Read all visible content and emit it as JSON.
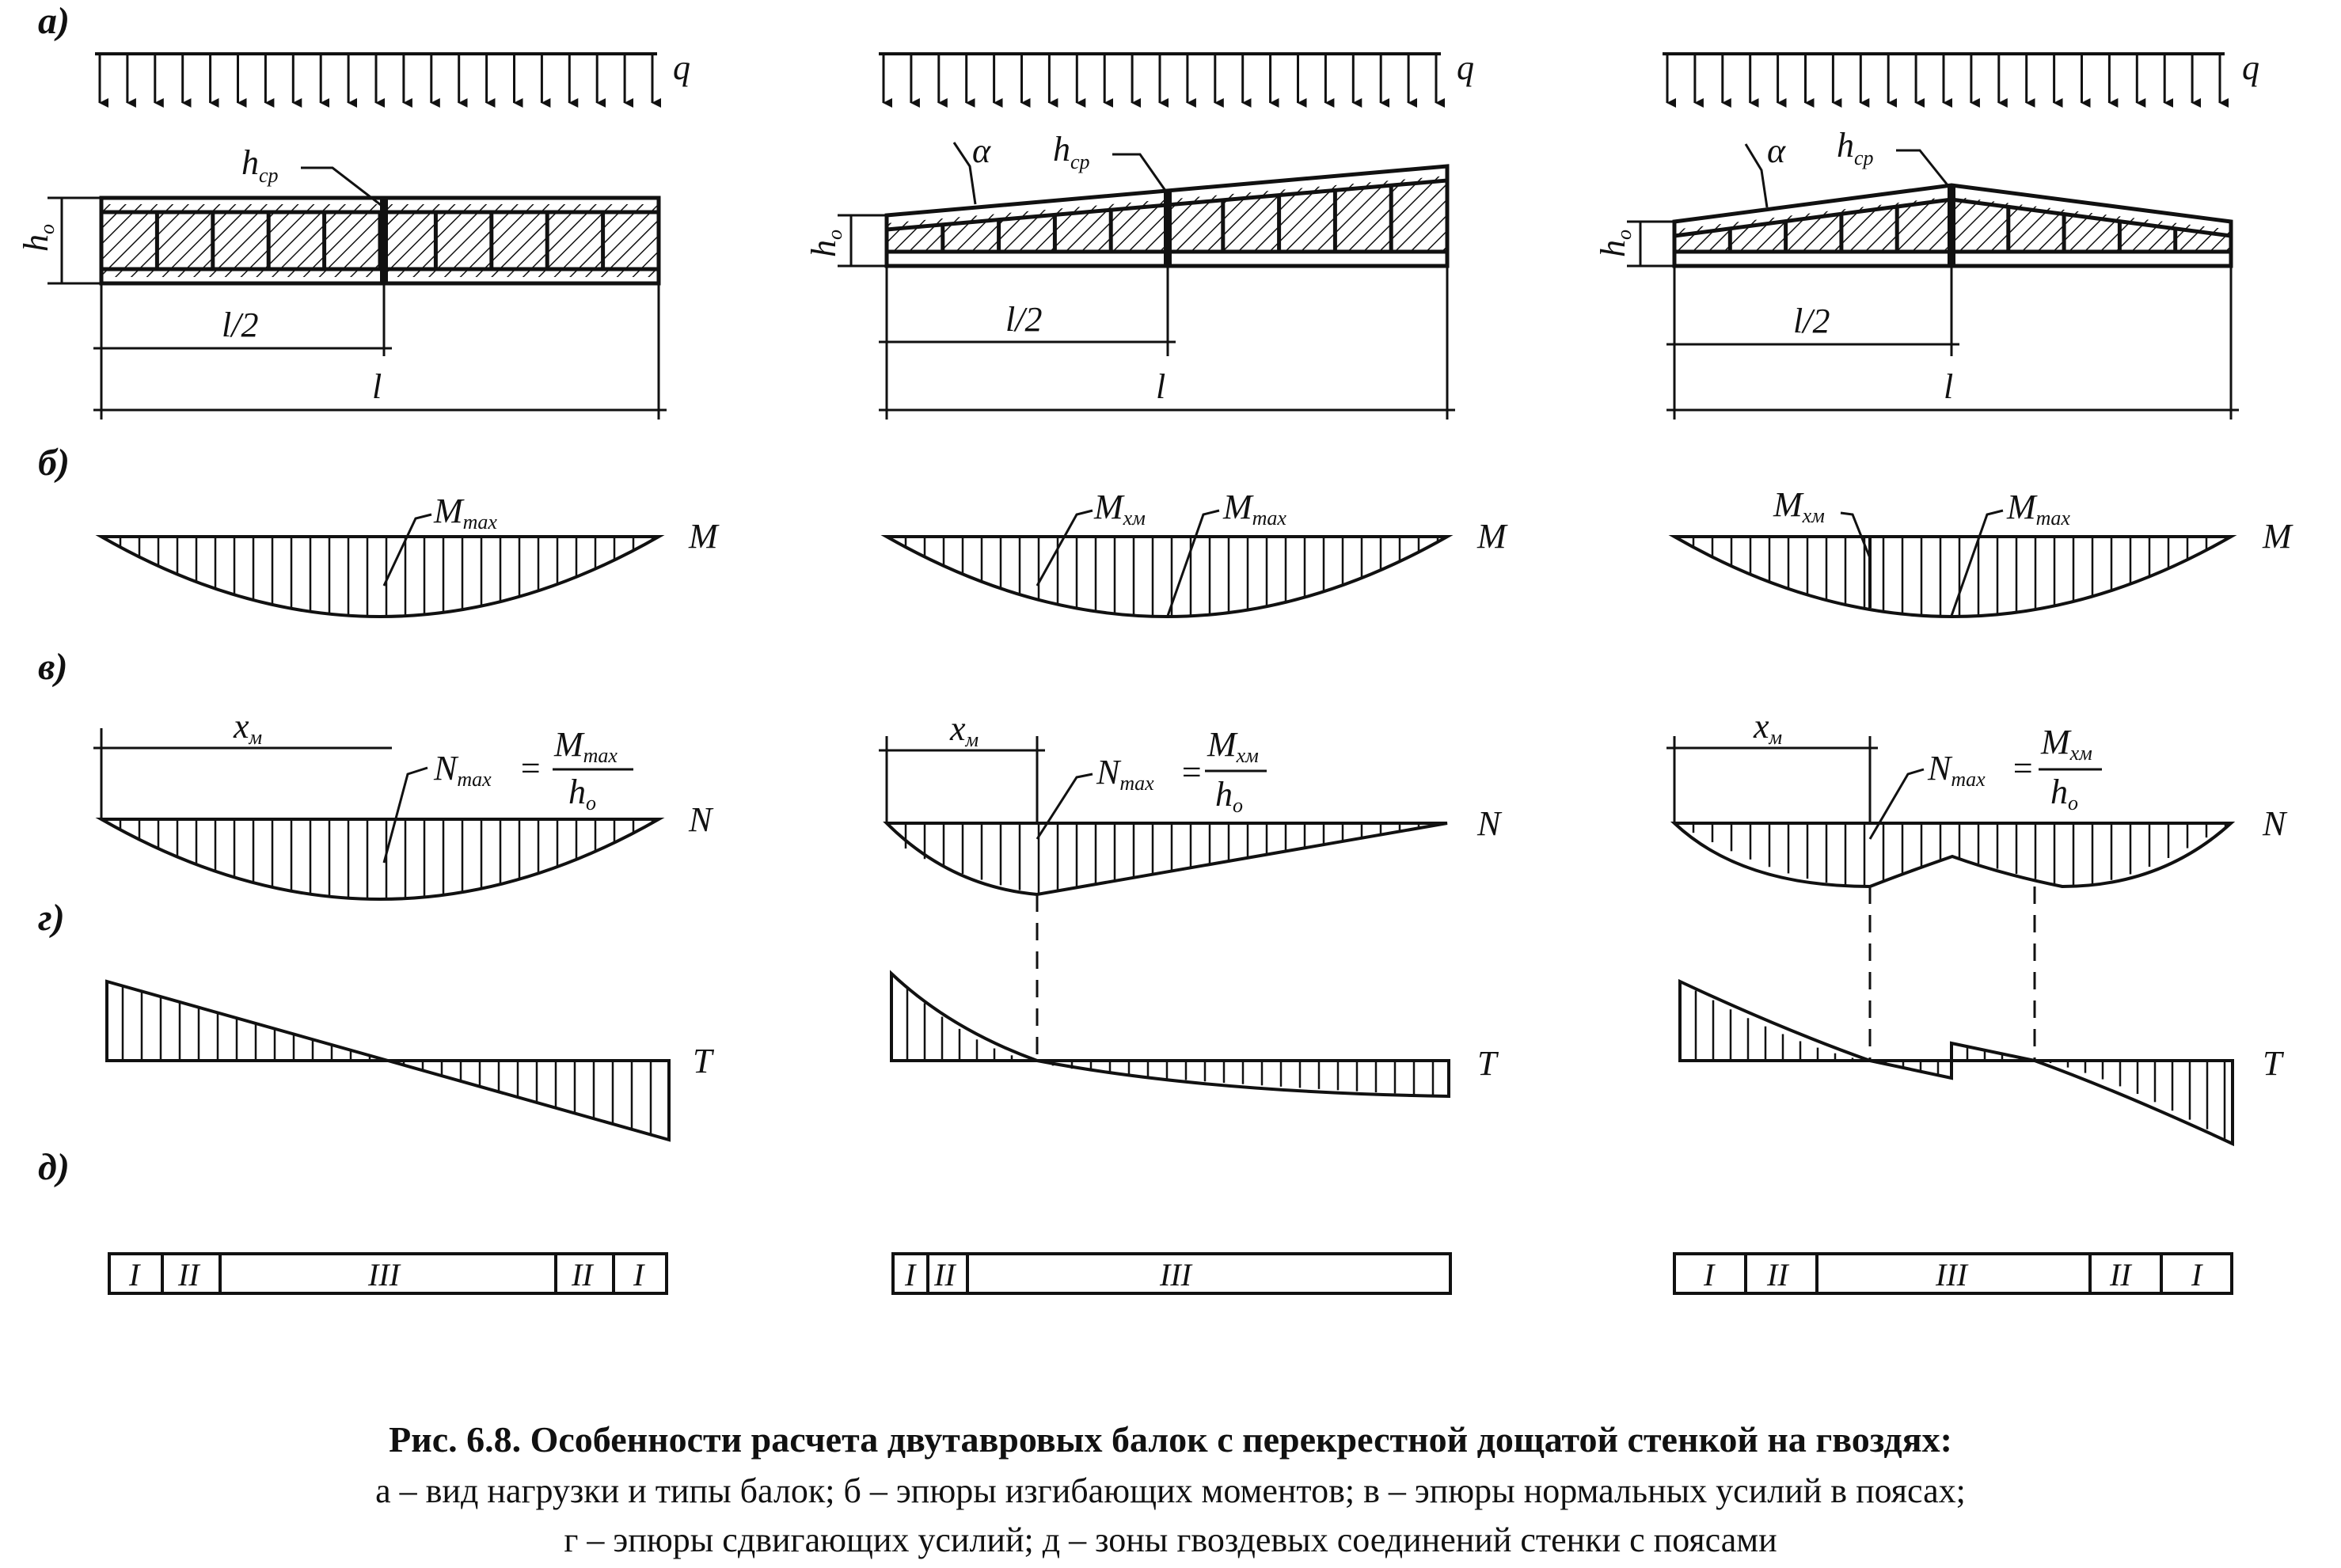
{
  "figure": {
    "panel_labels": [
      "а)",
      "б)",
      "в)",
      "г)",
      "д)"
    ],
    "load_label": "q",
    "height_mean_label": "h",
    "height_mean_sub": "ср",
    "height_support_label": "h",
    "height_support_sub": "o",
    "angle_label": "α",
    "half_span_label": "l/2",
    "span_label": "l",
    "moment_axis_label": "M",
    "normal_axis_label": "N",
    "shear_axis_label": "T",
    "m_max_label": "M",
    "max_sub": "max",
    "m_xm_label": "M",
    "xm_sub": "xм",
    "xm_label": "x",
    "xm_label_sub": "м",
    "n_max_label": "N",
    "equals": "=",
    "h0_label": "h",
    "h0_sub": "o",
    "zones_symmetric": [
      "I",
      "II",
      "III",
      "II",
      "I"
    ],
    "zones_mono": [
      "I",
      "II",
      "III"
    ],
    "colors": {
      "ink": "#111111",
      "background": "#ffffff"
    }
  },
  "caption": {
    "title": "Рис. 6.8. Особенности расчета двутавровых балок с перекрестной дощатой стенкой на гвоздях:",
    "line2": "а – вид нагрузки и типы балок; б – эпюры изгибающих моментов; в – эпюры нормальных усилий в поясах;",
    "line3": "г – эпюры сдвигающих усилий; д – зоны гвоздевых соединений стенки с поясами"
  }
}
